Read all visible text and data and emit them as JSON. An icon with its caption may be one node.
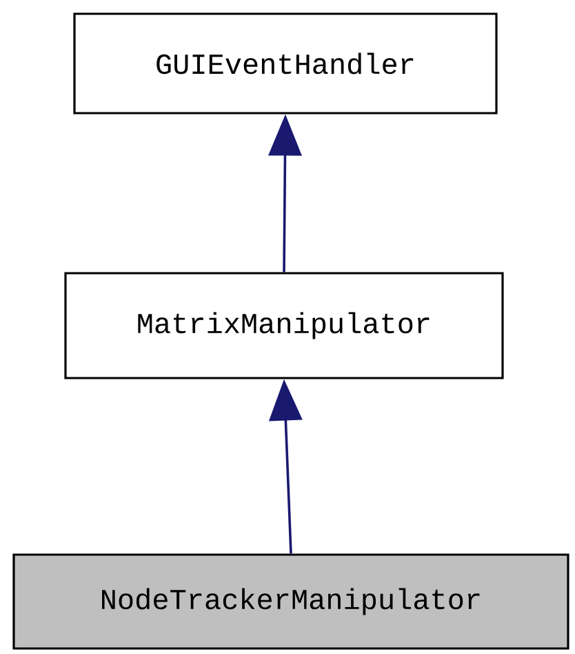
{
  "diagram": {
    "nodes": [
      {
        "text": [
          "GUIEventHandler"
        ]
      },
      {
        "text": [
          "MatrixManipulator"
        ]
      },
      {
        "text": [
          "NodeTrackerManipulator"
        ]
      }
    ],
    "edges": [
      {
        "from": 1,
        "to": 0,
        "arrow": "to"
      },
      {
        "from": 2,
        "to": 1,
        "arrow": "to"
      }
    ]
  }
}
